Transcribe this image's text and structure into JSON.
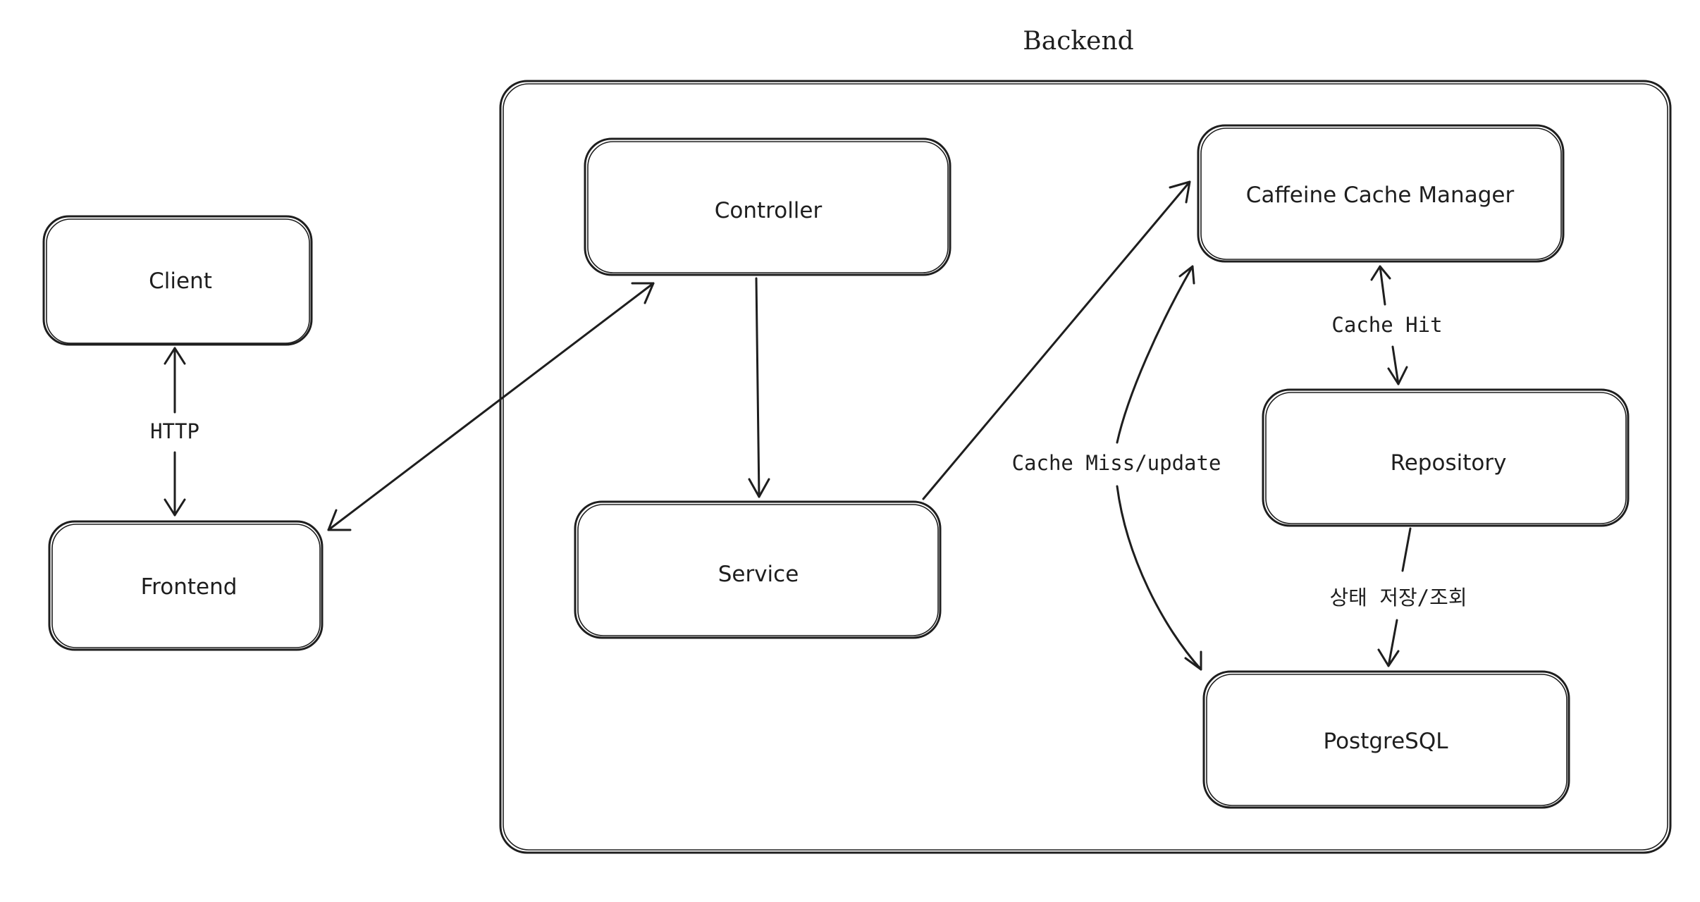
{
  "backend": {
    "title": "Backend"
  },
  "nodes": {
    "client": "Client",
    "frontend": "Frontend",
    "controller": "Controller",
    "service": "Service",
    "cache_manager": "Caffeine Cache Manager",
    "repository": "Repository",
    "postgresql": "PostgreSQL"
  },
  "edges": {
    "http": "HTTP",
    "cache_hit": "Cache Hit",
    "cache_miss": "Cache Miss/update",
    "state_store": "상태 저장/조회"
  },
  "colors": {
    "stroke": "#1e1e1e",
    "background": "#ffffff"
  }
}
